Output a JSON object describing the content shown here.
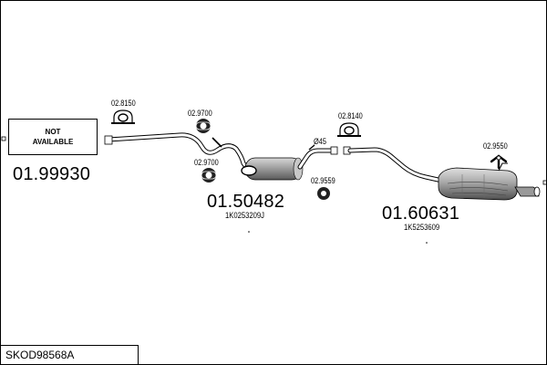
{
  "not_available": {
    "line1": "NOT",
    "line2": "AVAILABLE"
  },
  "parts": {
    "front_number": "01.99930",
    "middle_number": "01.50482",
    "middle_oe": "1K0253209J",
    "rear_number": "01.60631",
    "rear_oe": "1K5253609"
  },
  "accessories": {
    "clamp_front": "02.8150",
    "hanger_top": "02.9700",
    "hanger_bottom": "02.9700",
    "ring_mid": "02.9559",
    "pipe_diameter": "Ø45",
    "clamp_rear": "02.8140",
    "bracket_rear": "02.9550"
  },
  "footer": {
    "code": "SKOD98568A"
  },
  "colors": {
    "line": "#000000",
    "muffler_fill": "#b5b5b5",
    "muffler_dark": "#5a5a5a",
    "background": "#ffffff"
  }
}
